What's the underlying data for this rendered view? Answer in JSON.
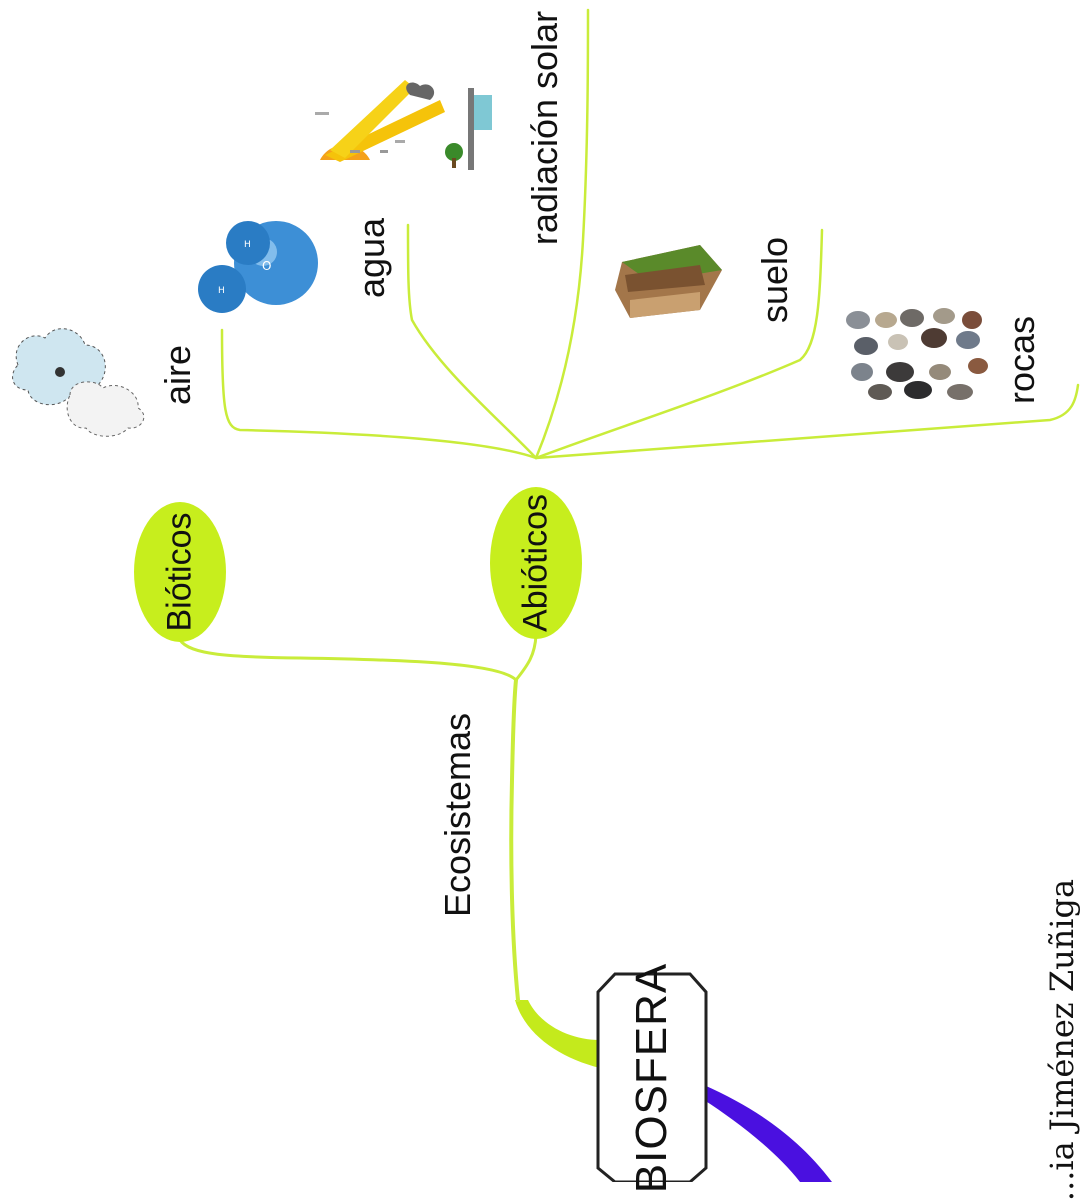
{
  "diagram": {
    "root": "BIOSFERA",
    "branch_label": "Ecosistemas",
    "nodes": {
      "biotic": "Bióticos",
      "abiotic": "Abióticos"
    },
    "abiotic_factors": [
      "aire",
      "agua",
      "radiación solar",
      "suelo",
      "rocas"
    ],
    "credit": "...ia Jiménez Zuñiga",
    "colors": {
      "branch": "#c9ec3a",
      "node_fill": "#c7ee1d",
      "accent_purple": "#4a10e0",
      "text": "#111111"
    },
    "icons": [
      "air-cloud-icon",
      "water-molecule-icon",
      "solar-radiation-icon",
      "soil-icon",
      "rocks-icon"
    ]
  }
}
